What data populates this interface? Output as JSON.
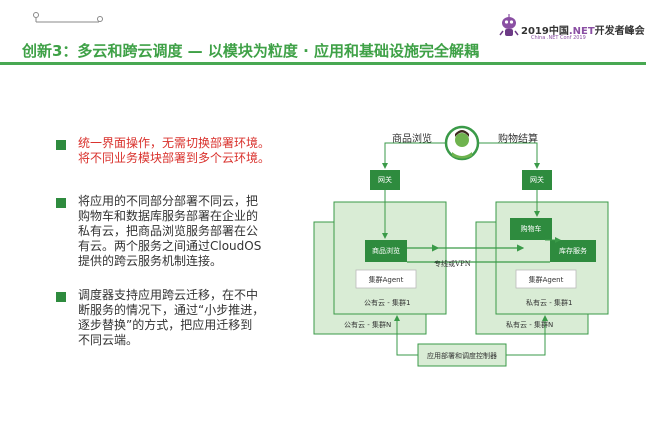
{
  "header": {
    "title": "创新3：多云和跨云调度 — 以模块为粒度 · 应用和基础设施完全解耦",
    "conference": {
      "title_prefix": "2019中国",
      "title_net": ".NET",
      "title_suffix": "开发者峰会",
      "subtitle": "China .NET Conf 2019"
    }
  },
  "bullets": [
    {
      "lines": [
        "统一界面操作，无需切换部署环境。",
        "将不同业务模块部署到多个云环境。"
      ],
      "color": "red"
    },
    {
      "lines": [
        "将应用的不同部分部署不同云，把",
        "购物车和数据库服务部署在企业的",
        "私有云，把商品浏览服务部署在公",
        "有云。两个服务之间通过CloudOS",
        "提供的跨云服务机制连接。"
      ],
      "color": "default"
    },
    {
      "lines": [
        "调度器支持应用跨云迁移，在不中",
        "断服务的情况下，通过“小步推进，",
        "逐步替换”的方式，把应用迁移到",
        "不同云端。"
      ],
      "color": "default"
    }
  ],
  "diagram": {
    "browse_label": "商品浏览",
    "checkout_label": "购物结算",
    "gateway": "网关",
    "product_browse": "商品浏览",
    "cart": "购物车",
    "inventory": "库存服务",
    "agent": "集群Agent",
    "vpn": "专线或VPN",
    "public_cluster1": "公有云 - 集群1",
    "public_clusterN": "公有云 - 集群N",
    "private_cluster1": "私有云 - 集群1",
    "private_clusterN": "私有云 - 集群N",
    "controller": "应用部署和调度控制器",
    "colors": {
      "accent": "#3fa147",
      "node": "#2e8b3e",
      "cluster_bg": "#d9ecd5",
      "cluster_border": "#3a9a48"
    }
  }
}
